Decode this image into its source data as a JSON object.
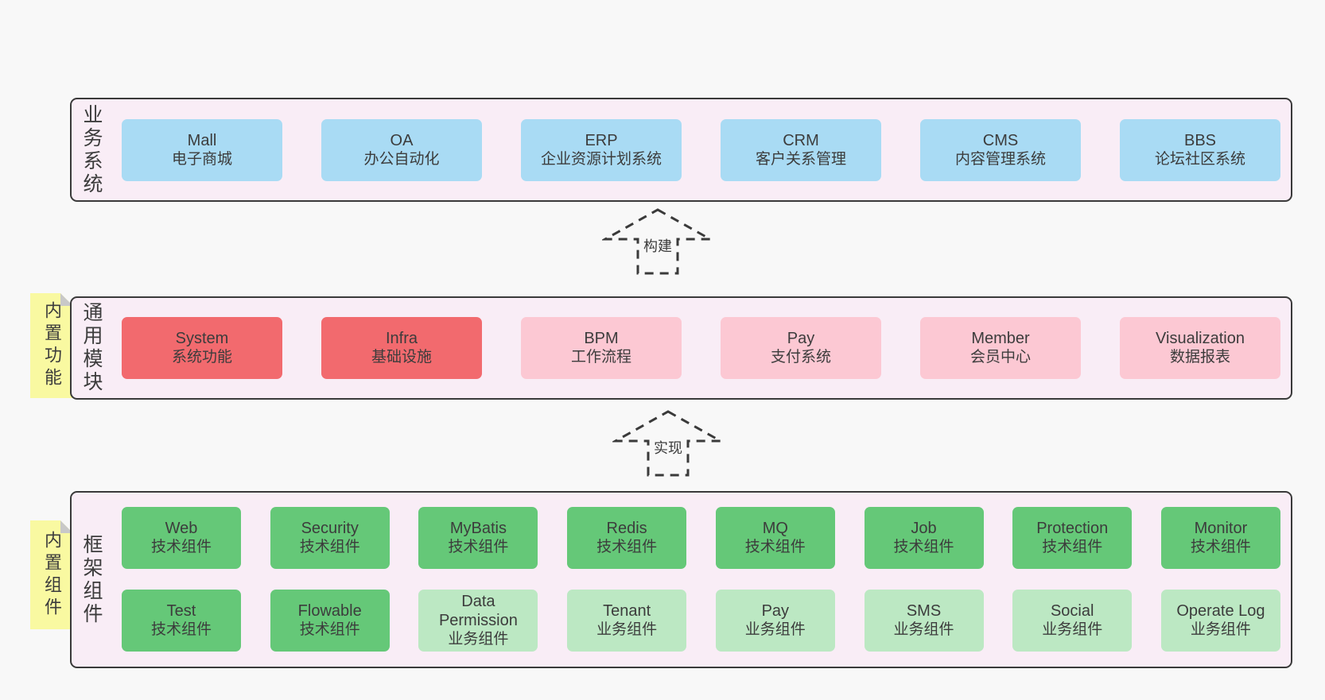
{
  "colors": {
    "background": "#f8f8f8",
    "panel_fill": "#f9edf6",
    "panel_border": "#3a3a3a",
    "box_blue": "#a9dbf4",
    "box_red": "#f26a6e",
    "box_pink": "#fcc8d3",
    "box_green": "#65c878",
    "box_green_light": "#bce8c3",
    "sticky_yellow": "#f9f9a1",
    "sticky_fold": "#c8c8c8",
    "text": "#3c3c3c"
  },
  "arrows": {
    "build": "构建",
    "implement": "实现"
  },
  "sections": {
    "business": {
      "label": "业务系统",
      "boxes": [
        {
          "en": "Mall",
          "zh": "电子商城"
        },
        {
          "en": "OA",
          "zh": "办公自动化"
        },
        {
          "en": "ERP",
          "zh": "企业资源计划系统"
        },
        {
          "en": "CRM",
          "zh": "客户关系管理"
        },
        {
          "en": "CMS",
          "zh": "内容管理系统"
        },
        {
          "en": "BBS",
          "zh": "论坛社区系统"
        }
      ]
    },
    "modules": {
      "label": "通用模块",
      "sticky": "内置功能",
      "boxes": [
        {
          "en": "System",
          "zh": "系统功能"
        },
        {
          "en": "Infra",
          "zh": "基础设施"
        },
        {
          "en": "BPM",
          "zh": "工作流程"
        },
        {
          "en": "Pay",
          "zh": "支付系统"
        },
        {
          "en": "Member",
          "zh": "会员中心"
        },
        {
          "en": "Visualization",
          "zh": "数据报表"
        }
      ]
    },
    "components": {
      "label": "框架组件",
      "sticky": "内置组件",
      "row1": [
        {
          "en": "Web",
          "zh": "技术组件"
        },
        {
          "en": "Security",
          "zh": "技术组件"
        },
        {
          "en": "MyBatis",
          "zh": "技术组件"
        },
        {
          "en": "Redis",
          "zh": "技术组件"
        },
        {
          "en": "MQ",
          "zh": "技术组件"
        },
        {
          "en": "Job",
          "zh": "技术组件"
        },
        {
          "en": "Protection",
          "zh": "技术组件"
        },
        {
          "en": "Monitor",
          "zh": "技术组件"
        }
      ],
      "row2": [
        {
          "en": "Test",
          "zh": "技术组件"
        },
        {
          "en": "Flowable",
          "zh": "技术组件"
        },
        {
          "en": "Data Permission",
          "zh": "业务组件"
        },
        {
          "en": "Tenant",
          "zh": "业务组件"
        },
        {
          "en": "Pay",
          "zh": "业务组件"
        },
        {
          "en": "SMS",
          "zh": "业务组件"
        },
        {
          "en": "Social",
          "zh": "业务组件"
        },
        {
          "en": "Operate Log",
          "zh": "业务组件"
        }
      ]
    }
  }
}
